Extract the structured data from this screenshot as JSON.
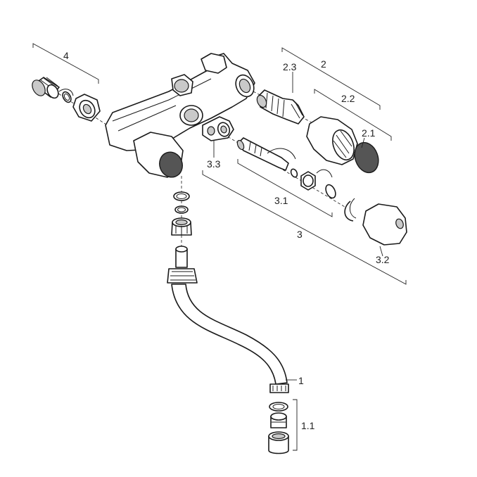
{
  "labels": {
    "l4": "4",
    "l2": "2",
    "l2_3": "2.3",
    "l2_2": "2.2",
    "l2_1": "2.1",
    "l3_3": "3.3",
    "l3_1": "3.1",
    "l3": "3",
    "l3_2": "3.2",
    "l1": "1",
    "l1_1": "1.1"
  },
  "colors": {
    "line": "#1a1a1a",
    "cap": "#555555",
    "thread": "#c9c9c9"
  }
}
